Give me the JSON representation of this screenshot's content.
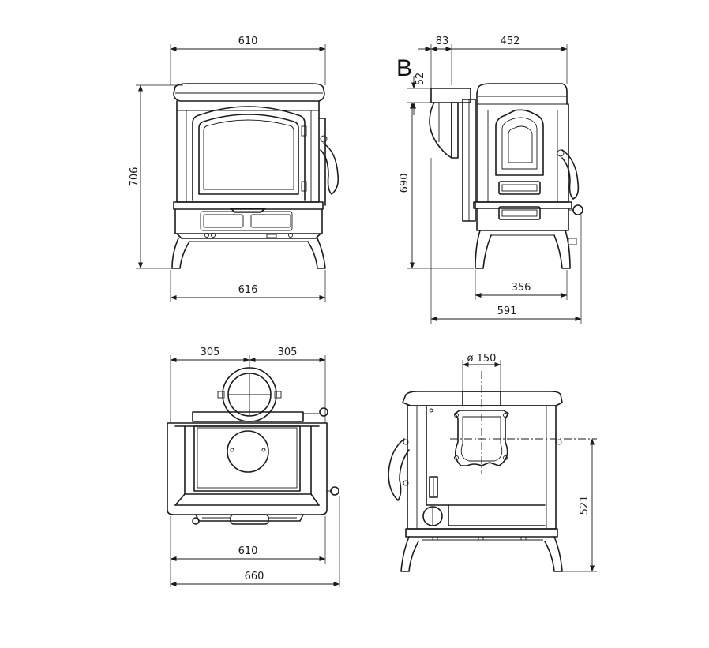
{
  "front_view": {
    "top_width": "610",
    "base_width": "616",
    "height": "706"
  },
  "side_view": {
    "flue_offset": "83",
    "top_depth": "452",
    "marker_label": "B",
    "marker_offset": "52",
    "height": "690",
    "leg_depth": "356",
    "total_depth": "591"
  },
  "top_view": {
    "left_half": "305",
    "right_half": "305",
    "body_width": "610",
    "total_width": "660"
  },
  "rear_view": {
    "flue_diameter": "ø 150",
    "flue_height": "521"
  }
}
